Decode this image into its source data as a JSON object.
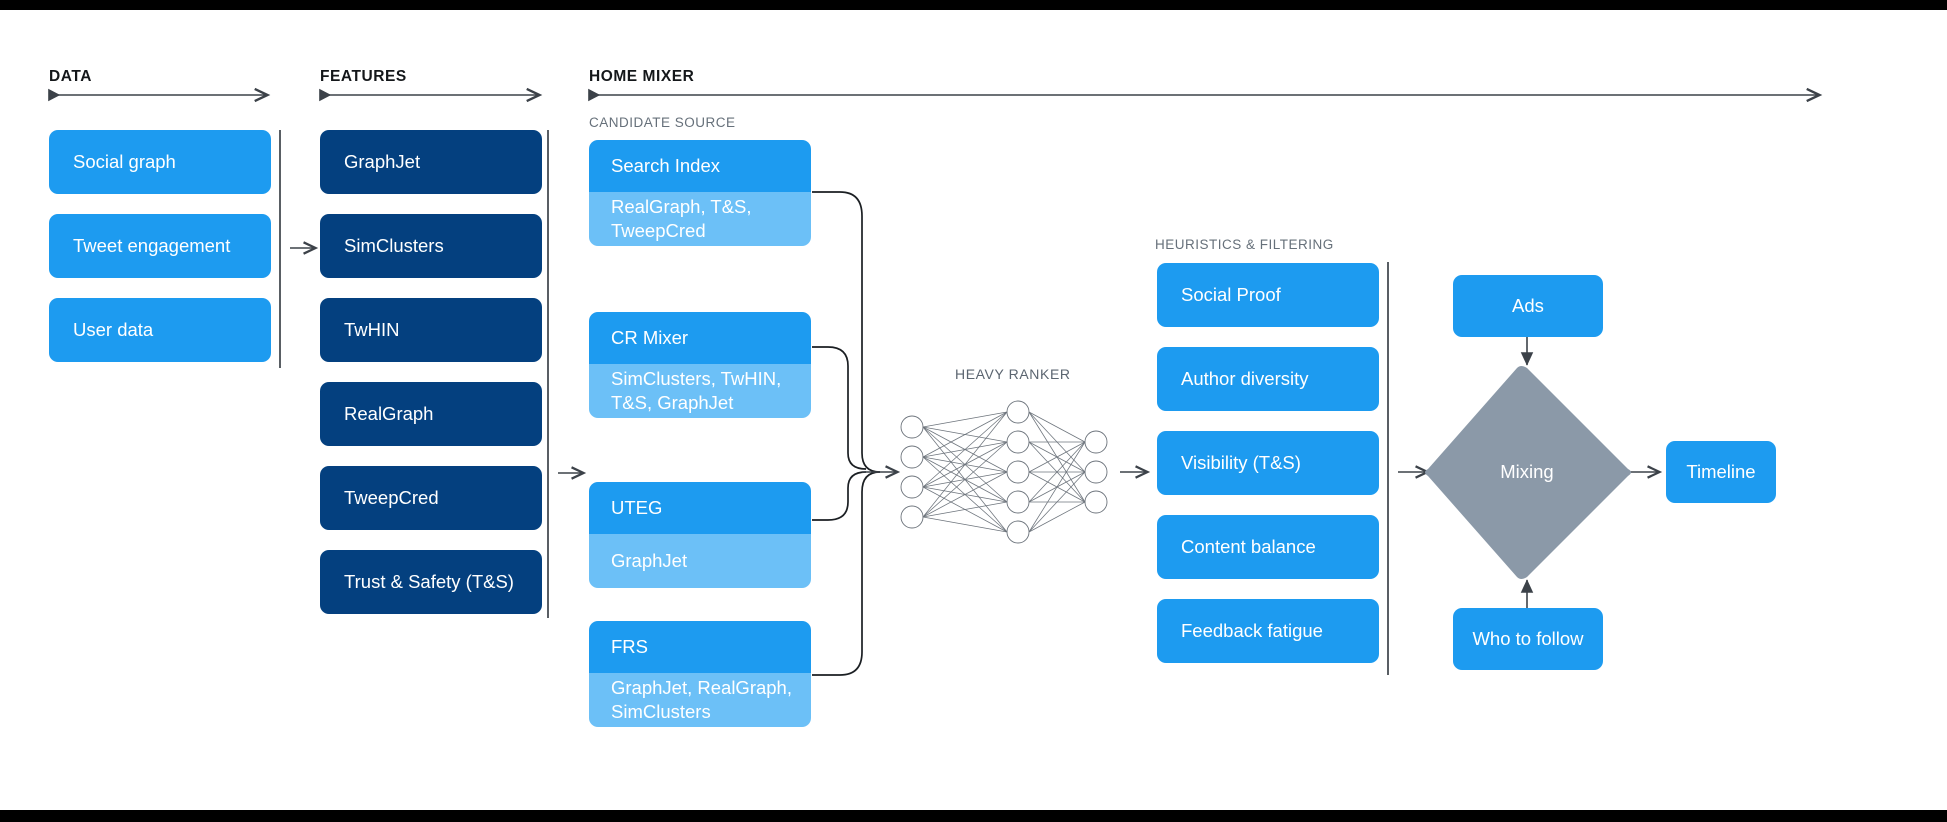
{
  "sections": {
    "data": {
      "label": "DATA"
    },
    "features": {
      "label": "FEATURES"
    },
    "home_mixer": {
      "label": "HOME MIXER"
    },
    "candidate_source": {
      "label": "CANDIDATE SOURCE"
    },
    "heavy_ranker": {
      "label": "HEAVY RANKER"
    },
    "heuristics": {
      "label": "HEURISTICS & FILTERING"
    }
  },
  "data_column": {
    "items": [
      {
        "label": "Social graph"
      },
      {
        "label": "Tweet engagement"
      },
      {
        "label": "User data"
      }
    ]
  },
  "features_column": {
    "items": [
      {
        "label": "GraphJet"
      },
      {
        "label": "SimClusters"
      },
      {
        "label": "TwHIN"
      },
      {
        "label": "RealGraph"
      },
      {
        "label": "TweepCred"
      },
      {
        "label": "Trust & Safety (T&S)"
      }
    ]
  },
  "candidate_sources": {
    "items": [
      {
        "title": "Search Index",
        "features": "RealGraph, T&S,\nTweepCred"
      },
      {
        "title": "CR Mixer",
        "features": "SimClusters, TwHIN,\nT&S, GraphJet"
      },
      {
        "title": "UTEG",
        "features": "GraphJet"
      },
      {
        "title": "FRS",
        "features": "GraphJet, RealGraph,\nSimClusters"
      }
    ]
  },
  "heuristics_column": {
    "items": [
      {
        "label": "Social Proof"
      },
      {
        "label": "Author diversity"
      },
      {
        "label": "Visibility (T&S)"
      },
      {
        "label": "Content balance"
      },
      {
        "label": "Feedback fatigue"
      }
    ]
  },
  "output_stage": {
    "ads": {
      "label": "Ads"
    },
    "mixing": {
      "label": "Mixing"
    },
    "timeline": {
      "label": "Timeline"
    },
    "who_to_follow": {
      "label": "Who to follow"
    }
  },
  "neural_net": {
    "layers": [
      4,
      5,
      3
    ]
  },
  "colors": {
    "navy": "#04407f",
    "blue": "#1d9bf0",
    "light_blue": "#6cc0f7",
    "grey_diamond": "#8b99a8",
    "rule": "#3c4249",
    "background": "#ffffff",
    "letterbox": "#000000"
  }
}
